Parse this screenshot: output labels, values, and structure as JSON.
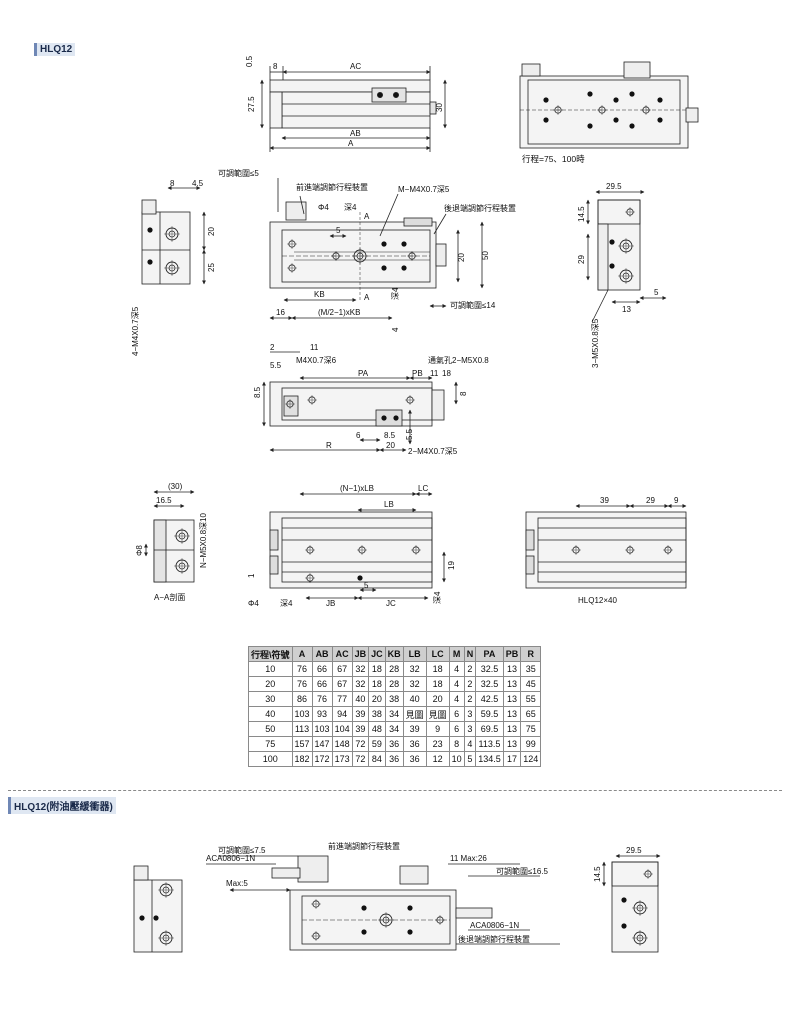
{
  "sections": {
    "hlq12": "HLQ12",
    "hlq12_damper": "HLQ12(附油壓緩衝器)"
  },
  "top_view": {
    "dims": [
      "0.5",
      "8",
      "AC",
      "27.5",
      "30",
      "AB",
      "A"
    ]
  },
  "right_top_view": {
    "caption": "行程=75、100時"
  },
  "front_view": {
    "labels": {
      "adjust_range_5": "可調範圍≤5",
      "front_adjust": "前進端調節行程裝置",
      "m_thread": "M−M4X0.7深5",
      "rear_adjust": "後退端調節行程裝置",
      "adjust_range_14": "可調範圍≤14",
      "phi_hole": "Φ4",
      "depth4": "深4",
      "a_mark": "A"
    },
    "dims": [
      "5",
      "20",
      "50",
      "KB",
      "16",
      "(M/2−1)xKB",
      "4",
      "深4"
    ]
  },
  "left_side_view": {
    "dims": [
      "8",
      "4.5",
      "20",
      "25",
      "4−M4X0.7深5"
    ]
  },
  "right_side_view": {
    "dims": [
      "29.5",
      "14.5",
      "29",
      "5",
      "13",
      "3−M5X0.8深5"
    ]
  },
  "bottom_view": {
    "labels": {
      "m4_top": "M4X0.7深6",
      "vent": "通氣孔2−M5X0.8",
      "m4_bottom": "2−M4X0.7深5"
    },
    "dims": [
      "2",
      "11",
      "5.5",
      "PA",
      "PB",
      "11",
      "18",
      "8.5",
      "8",
      "6",
      "8.5",
      "5.5",
      "R",
      "20"
    ]
  },
  "section_view": {
    "caption": "A−A剖面",
    "dims": [
      "(30)",
      "16.5",
      "N−M5X0.8深10",
      "Φ8"
    ]
  },
  "side_view": {
    "dims": [
      "(N−1)xLB",
      "LC",
      "LB",
      "19",
      "1",
      "5",
      "JB",
      "JC"
    ],
    "labels": {
      "phi_hole": "Φ4",
      "depth4": "深4",
      "depth4_b": "深4"
    }
  },
  "side_view_40": {
    "caption": "HLQ12×40",
    "dims": [
      "39",
      "29",
      "9"
    ]
  },
  "spec_table": {
    "headers": [
      "行程\\符號",
      "A",
      "AB",
      "AC",
      "JB",
      "JC",
      "KB",
      "LB",
      "LC",
      "M",
      "N",
      "PA",
      "PB",
      "R"
    ],
    "rows": [
      [
        "10",
        "76",
        "66",
        "67",
        "32",
        "18",
        "28",
        "32",
        "18",
        "4",
        "2",
        "32.5",
        "13",
        "35"
      ],
      [
        "20",
        "76",
        "66",
        "67",
        "32",
        "18",
        "28",
        "32",
        "18",
        "4",
        "2",
        "32.5",
        "13",
        "45"
      ],
      [
        "30",
        "86",
        "76",
        "77",
        "40",
        "20",
        "38",
        "40",
        "20",
        "4",
        "2",
        "42.5",
        "13",
        "55"
      ],
      [
        "40",
        "103",
        "93",
        "94",
        "39",
        "38",
        "34",
        "見圖",
        "見圖",
        "6",
        "3",
        "59.5",
        "13",
        "65"
      ],
      [
        "50",
        "113",
        "103",
        "104",
        "39",
        "48",
        "34",
        "39",
        "9",
        "6",
        "3",
        "69.5",
        "13",
        "75"
      ],
      [
        "75",
        "157",
        "147",
        "148",
        "72",
        "59",
        "36",
        "36",
        "23",
        "8",
        "4",
        "113.5",
        "13",
        "99"
      ],
      [
        "100",
        "182",
        "172",
        "173",
        "72",
        "84",
        "36",
        "36",
        "12",
        "10",
        "5",
        "134.5",
        "17",
        "124"
      ]
    ]
  },
  "damper_view": {
    "labels": {
      "adjust_range_7_5": "可調範圍≤7.5",
      "aca_left": "ACA0806−1N",
      "front_adjust": "前進端調節行程裝置",
      "max5": "Max:5",
      "max26": "11 Max:26",
      "adjust_range_16_5": "可調範圍≤16.5",
      "aca_right": "ACA0806−1N",
      "rear_adjust": "後退端調節行程裝置"
    },
    "dims": [
      "29.5",
      "14.5"
    ]
  },
  "colors": {
    "line": "#222222",
    "body_fill": "#f4f4f4",
    "shade": "#d8d8d8",
    "table_header": "#cfcfcf",
    "section_tag_bg": "#dfe7f2"
  }
}
